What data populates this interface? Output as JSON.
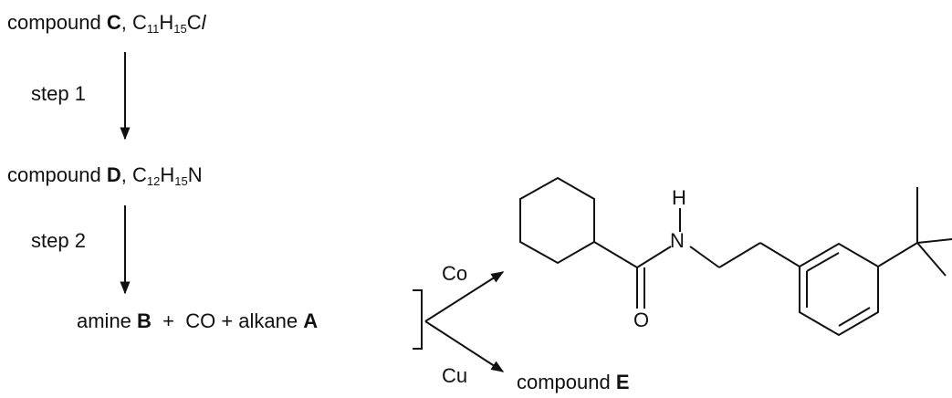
{
  "compound_c": {
    "prefix": "compound ",
    "letter": "C",
    "formula": {
      "a": ", C",
      "s1": "11",
      "b": "H",
      "s2": "15",
      "c": "C",
      "d": "l"
    }
  },
  "step1": "step 1",
  "compound_d": {
    "prefix": "compound ",
    "letter": "D",
    "formula": {
      "a": ", C",
      "s1": "12",
      "b": "H",
      "s2": "15",
      "c": "N"
    }
  },
  "step2": "step 2",
  "reactants": {
    "amine": "amine ",
    "amine_letter": "B",
    "plus1": "  +  CO + alkane ",
    "alkane_letter": "A"
  },
  "catalyst_top": "Co",
  "catalyst_bottom": "Cu",
  "compound_e": {
    "prefix": "compound ",
    "letter": "E"
  },
  "product_atoms": {
    "h": "H",
    "n": "N",
    "o": "O"
  }
}
